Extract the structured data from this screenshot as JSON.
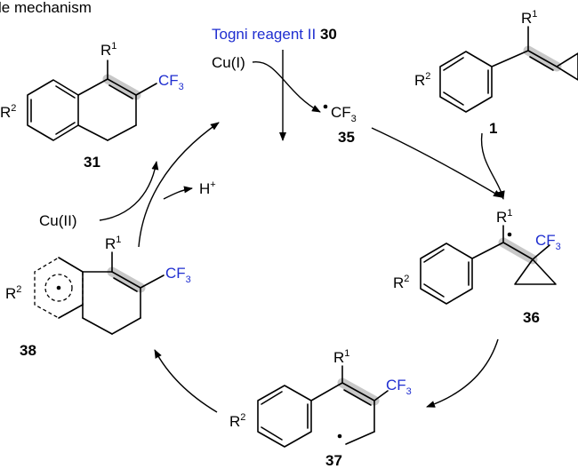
{
  "title": "le mechanism",
  "reagent": {
    "name": "Togni reagent II",
    "number": "30"
  },
  "cu1": "Cu(I)",
  "cu2": "Cu(II)",
  "hplus": {
    "base": "H",
    "sup": "+"
  },
  "cf3_radical": {
    "base": "CF",
    "sub": "3"
  },
  "labels": {
    "c1": "1",
    "c31": "31",
    "c35": "35",
    "c36": "36",
    "c37": "37",
    "c38": "38"
  },
  "groups": {
    "r": "R",
    "sup1": "1",
    "sup2": "2",
    "cf": "CF",
    "sub3": "3"
  },
  "colors": {
    "accent": "#1f2ed0",
    "highlight": "#c8c8c8"
  }
}
